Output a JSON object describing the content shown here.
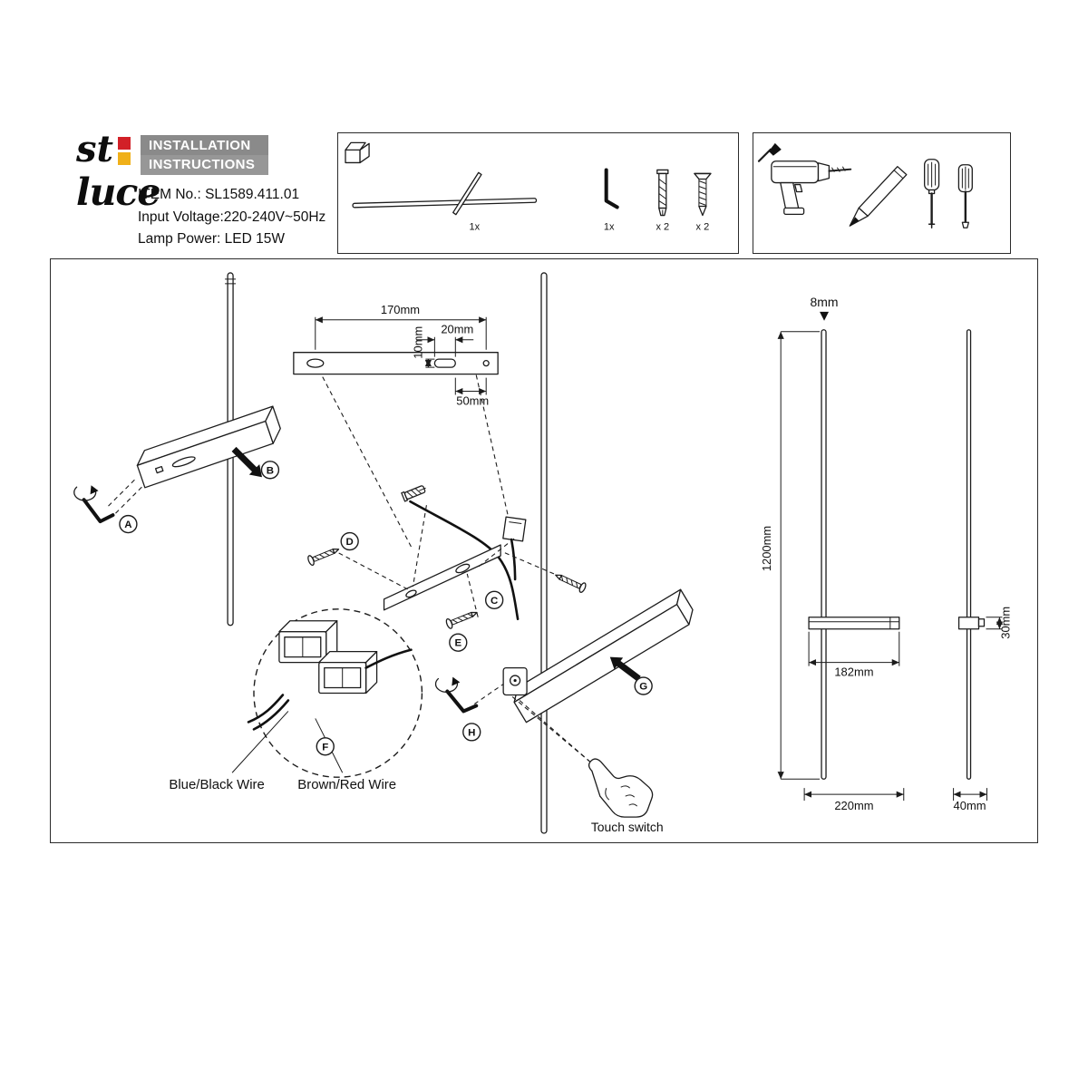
{
  "colors": {
    "accent_red": "#d22027",
    "accent_yellow": "#f0b019",
    "title_bg": "#8a8a8a",
    "line": "#1c1c1c"
  },
  "brand": {
    "part1": "st",
    "part2": "luce"
  },
  "header": {
    "title_line1": "INSTALLATION",
    "title_line2": "INSTRUCTIONS",
    "item_no": "ITEM No.: SL1589.411.01",
    "input_voltage": "Input Voltage:220-240V~50Hz",
    "lamp_power": "Lamp Power: LED 15W"
  },
  "parts_box": {
    "lamp_qty": "1x",
    "hex_key_qty": "1x",
    "anchor_qty": "x 2",
    "screw_qty": "x 2"
  },
  "bracket_dims": {
    "length": "170mm",
    "slot_height": "10mm",
    "slot_length": "20mm",
    "end_offset": "50mm"
  },
  "steps": {
    "a": "A",
    "b": "B",
    "c": "C",
    "d": "D",
    "e": "E",
    "f": "F",
    "g": "G",
    "h": "H"
  },
  "wiring": {
    "blue_black": "Blue/Black Wire",
    "brown_red": "Brown/Red Wire"
  },
  "controls": {
    "touch_switch": "Touch switch"
  },
  "product_dims": {
    "tube_diameter": "8mm",
    "tube_length": "1200mm",
    "bracket_span": "182mm",
    "wall_offset": "30mm",
    "base_width": "220mm",
    "side_depth": "40mm"
  }
}
